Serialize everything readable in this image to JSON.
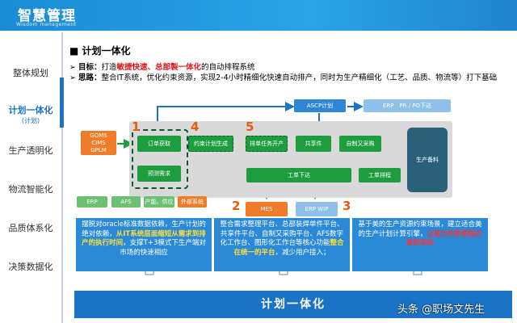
{
  "header": {
    "title": "智慧管理",
    "subtitle": "Wisdom management"
  },
  "sidebar": {
    "items": [
      {
        "label": "整体规划"
      },
      {
        "label": "计划一体化",
        "sub": "(计划)"
      },
      {
        "label": "生产透明化"
      },
      {
        "label": "物流智能化"
      },
      {
        "label": "品质体系化"
      },
      {
        "label": "决策数据化"
      }
    ]
  },
  "section": {
    "title": "计划一体化",
    "goal_label": "目标：",
    "goal_pre": "打造",
    "goal_red": "敏捷快速、总部製一体化",
    "goal_post": "的自动排程系统",
    "idea_label": "思路：",
    "idea_text": "整合IT系统，优化约束资源，实现2-4小时精细化快速自动排产，同时为生产精细化（工艺、品质、物流等）打下基础"
  },
  "flow": {
    "sources": "GOMS\nCIMS\nGPLM",
    "aps": "ASCP计划",
    "erp_top": "ERP　PR / PO下达",
    "order_get": "订单获取",
    "order_need": "预测需求",
    "plan_gen": "约束计划生成",
    "lane": "排单任务开产",
    "shared": "共享件",
    "self_made": "自制又采购",
    "produce": "生产备料",
    "work_issue": "工单下达",
    "work_schedule": "工单排程",
    "erp": "ERP",
    "afs": "AFS",
    "prod_tools": "产能、供应",
    "ext_sys": "外部系统",
    "mes": "MES",
    "erp_wip": "ERP WIP",
    "numbers": [
      "1",
      "4",
      "5",
      "2",
      "3"
    ]
  },
  "cards": {
    "c1_pre": "摆脱对oracle标准数据依赖，生产计划的绝对依赖，",
    "c1_warn": "从IT系统层面缩短从需求到排产的执行时间",
    "c1_post": "，支撑T+3模式下生产端对市场的快速相应",
    "c2_pre": "整合需求整理平台、总部装焊单件平台、共享件平台、自制又采购平台、AFS数字化工作台、图形化工作台等核心功能",
    "c2_warn": "整合在统一的平台",
    "c2_post": "，减少用户接入；",
    "c3_pre": "基于美的生产资源约束场景，建立适合美的生产计划计算引擎，",
    "c3_red": "让能力约束更贴近美的实际"
  },
  "bottom": {
    "label": "计划一体化"
  },
  "watermark": "头条 @职场文先生",
  "colors": {
    "primary": "#1a73c6",
    "green": "#1e9d3e",
    "accent": "#e85c0d"
  }
}
